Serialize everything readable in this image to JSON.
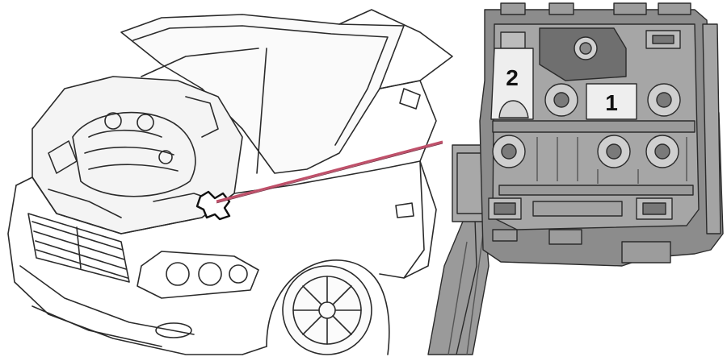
{
  "callouts": [
    {
      "id": "main-fuse",
      "label": "1"
    },
    {
      "id": "aux-fuse",
      "label": "2"
    }
  ],
  "colors": {
    "background": "#ffffff",
    "line": "#2b2b2b",
    "box_fill": "#8c8c8c",
    "box_fill_light": "#b9b9b9",
    "pointer": "#c0506a"
  },
  "icons": [
    "car-icon",
    "fuse-box-icon",
    "pointer-line-icon",
    "location-marker-icon",
    "terminal-nut-icon"
  ]
}
